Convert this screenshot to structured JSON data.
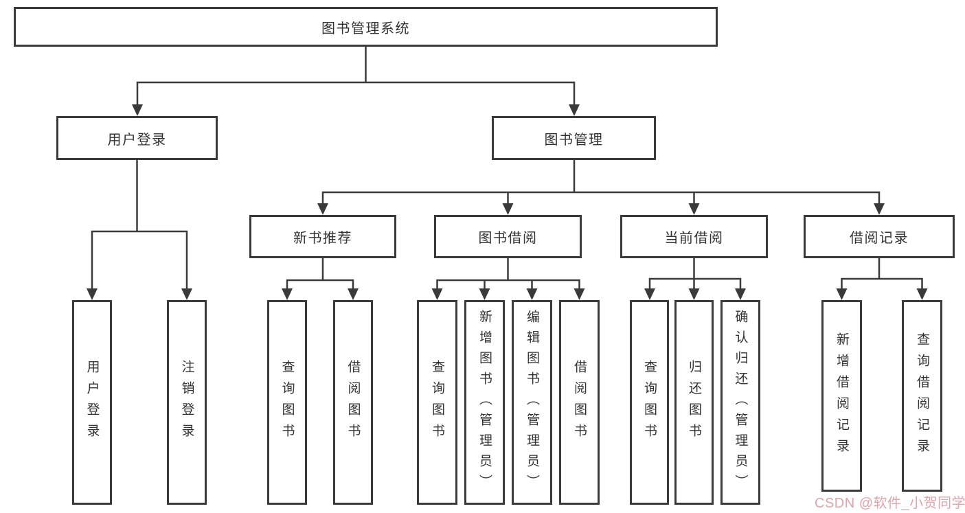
{
  "diagram_title": "图书管理系统",
  "nodes": {
    "root": {
      "label": "图书管理系统"
    },
    "user_login": {
      "label": "用户登录"
    },
    "book_mgmt": {
      "label": "图书管理"
    },
    "new_book_rec": {
      "label": "新书推荐"
    },
    "book_borrow": {
      "label": "图书借阅"
    },
    "current_borrow": {
      "label": "当前借阅"
    },
    "borrow_records": {
      "label": "借阅记录"
    },
    "leaf_user_login": {
      "label": "用户登录"
    },
    "leaf_logout": {
      "label": "注销登录"
    },
    "leaf_rec_query": {
      "label": "查询图书"
    },
    "leaf_rec_borrow": {
      "label": "借阅图书"
    },
    "leaf_bb_query": {
      "label": "查询图书"
    },
    "leaf_bb_add": {
      "label": "新增图书（管理员）"
    },
    "leaf_bb_edit": {
      "label": "编辑图书（管理员）"
    },
    "leaf_bb_borrow": {
      "label": "借阅图书"
    },
    "leaf_cb_query": {
      "label": "查询图书"
    },
    "leaf_cb_return": {
      "label": "归还图书"
    },
    "leaf_cb_confirm": {
      "label": "确认归还（管理员）"
    },
    "leaf_br_add_record": {
      "label": "新增借阅记录"
    },
    "leaf_br_query_record": {
      "label": "查询借阅记录"
    }
  },
  "hierarchy": {
    "图书管理系统": {
      "用户登录": [
        "用户登录",
        "注销登录"
      ],
      "图书管理": {
        "新书推荐": [
          "查询图书",
          "借阅图书"
        ],
        "图书借阅": [
          "查询图书",
          "新增图书（管理员）",
          "编辑图书（管理员）",
          "借阅图书"
        ],
        "当前借阅": [
          "查询图书",
          "归还图书",
          "确认归还（管理员）"
        ],
        "借阅记录": [
          "新增借阅记录",
          "查询借阅记录"
        ]
      }
    }
  },
  "watermark": {
    "text": "CSDN @软件_小贺同学",
    "color": "#e2a3ab"
  },
  "colors": {
    "background": "#ffffff",
    "box_border": "#3a3a3a",
    "connector_line": "#3a3a3a",
    "text": "#333333"
  }
}
